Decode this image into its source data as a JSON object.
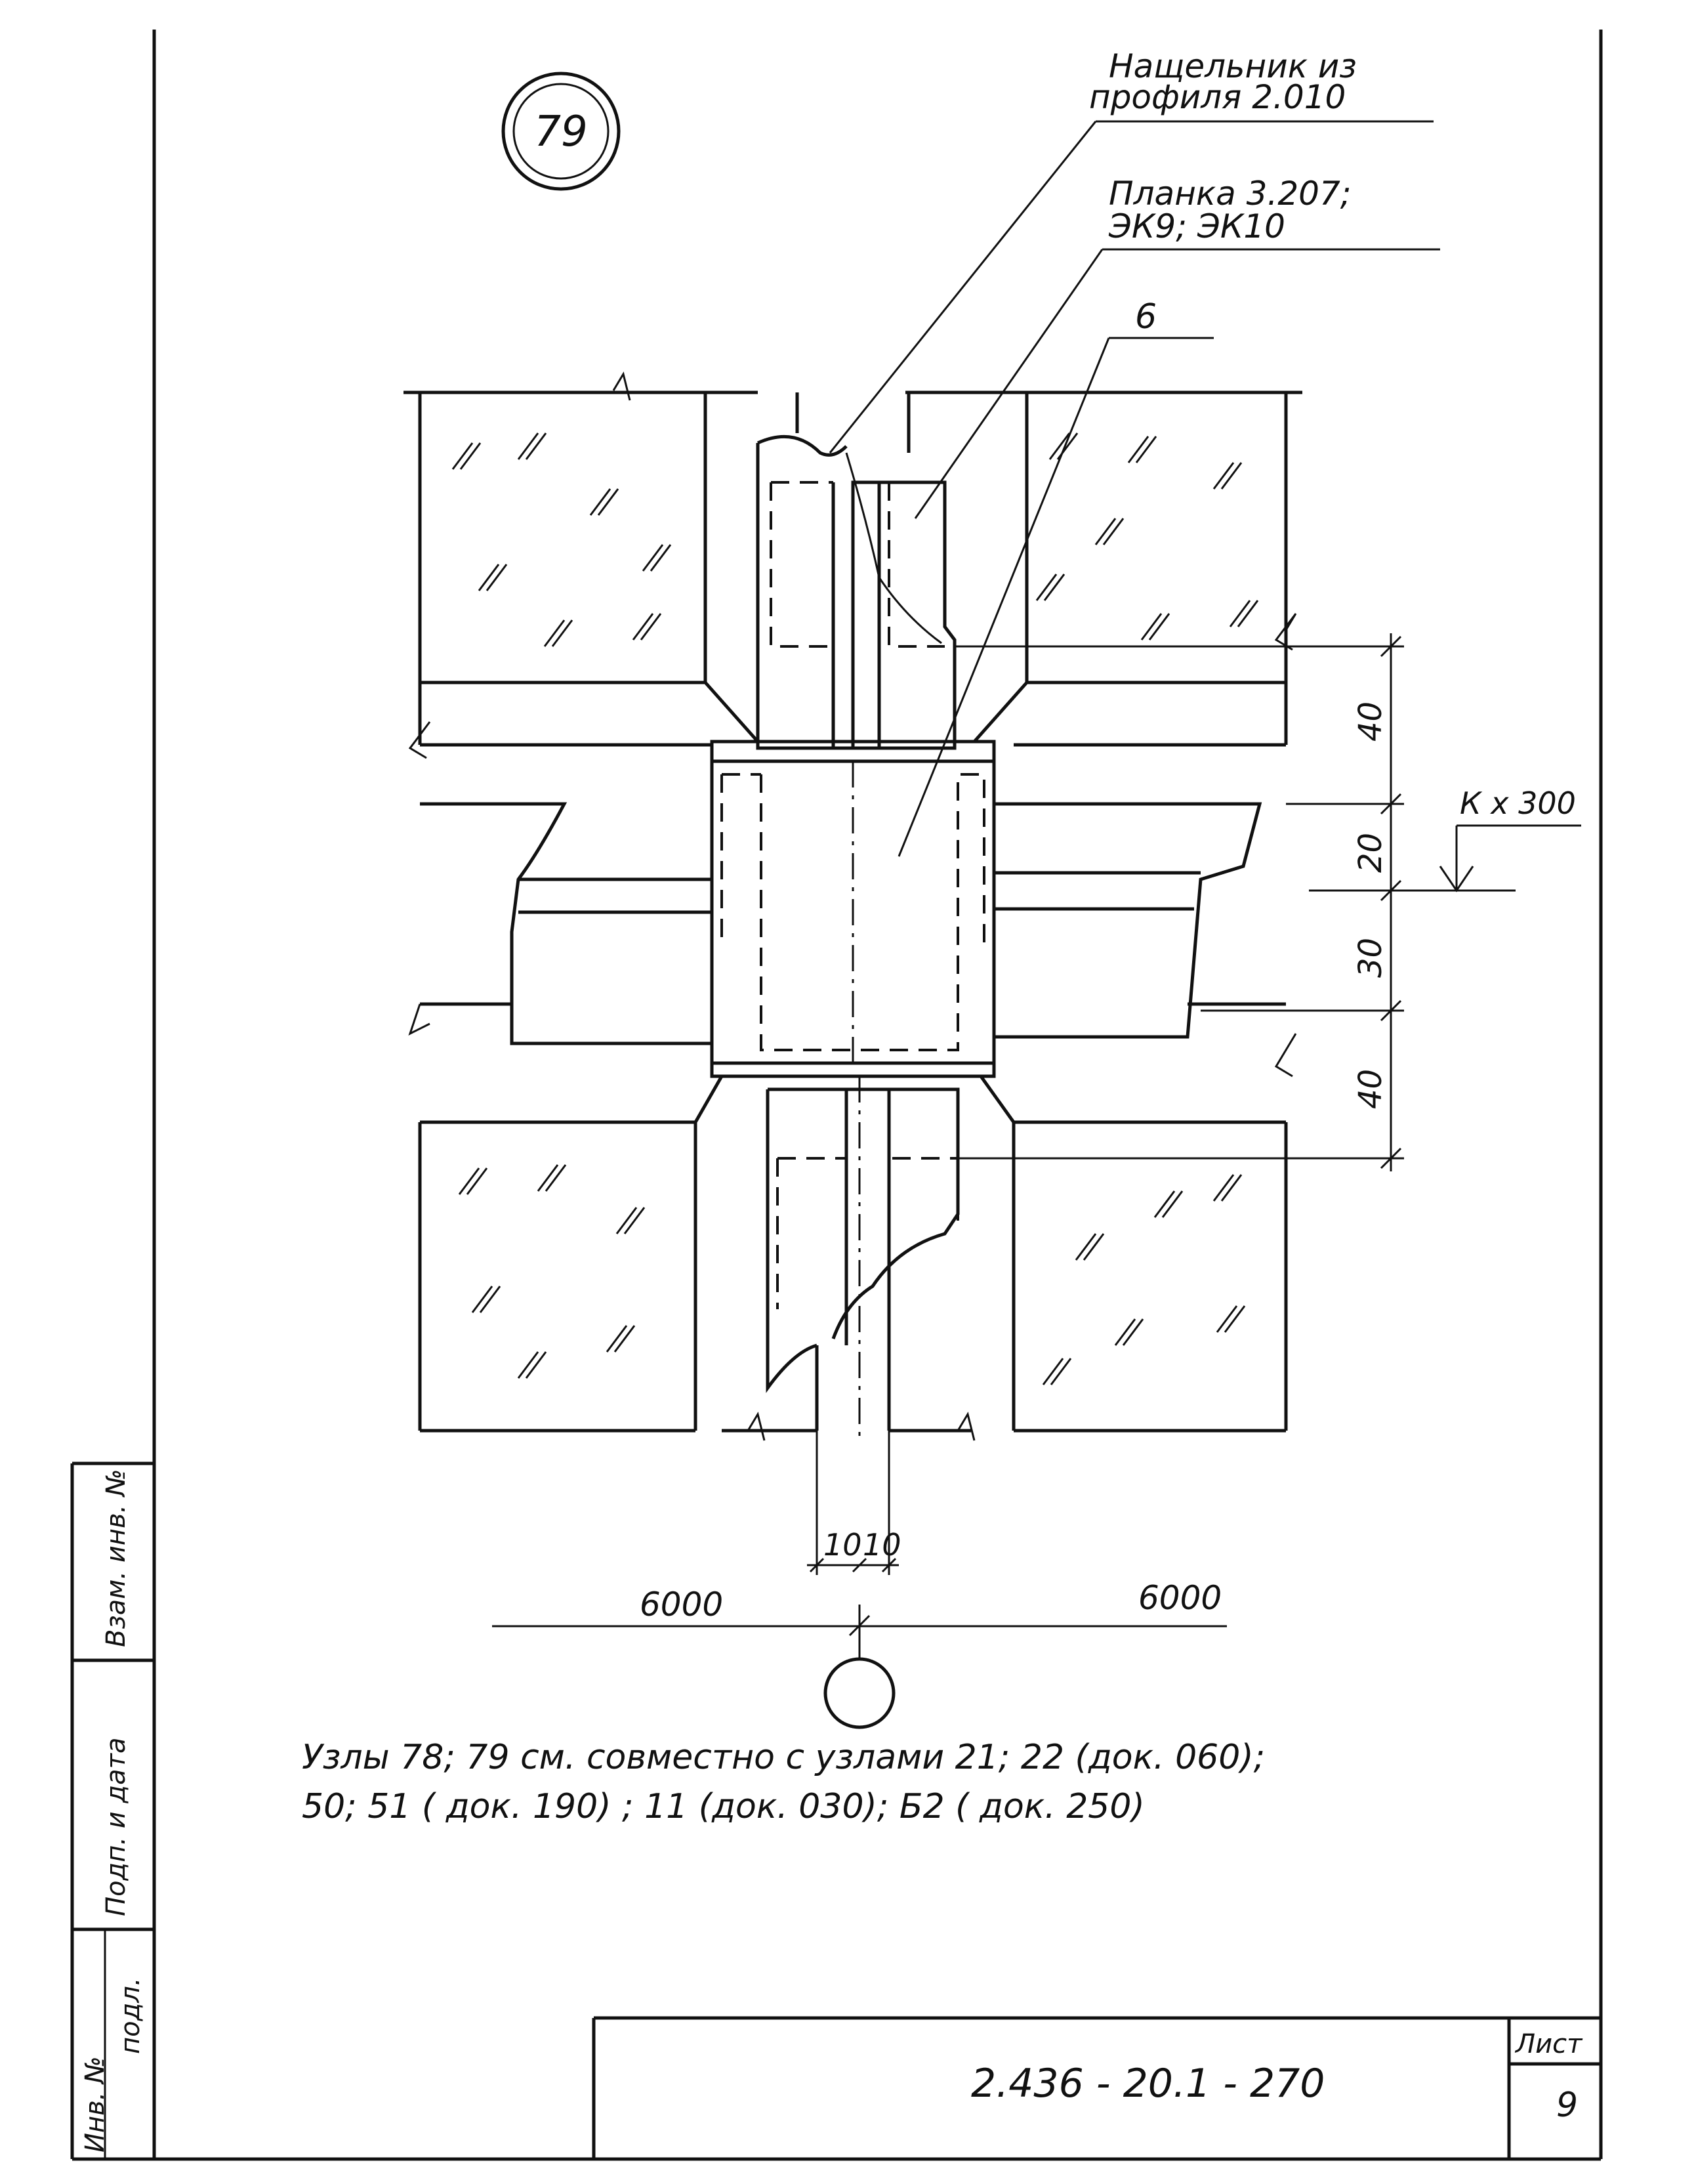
{
  "node": {
    "number": "79"
  },
  "callouts": {
    "casing_line1": "Нащельник из",
    "casing_line2": "профиля 2.010",
    "plank_line1": "Планка 3.207;",
    "plank_line2": "ЭК9; ЭК10",
    "item": "6"
  },
  "dimensions": {
    "vertical": [
      "40",
      "20",
      "30",
      "40"
    ],
    "anchor": "К х 300",
    "gap_left": "10",
    "gap_right": "10",
    "span_left": "6000",
    "span_right": "6000"
  },
  "note": {
    "line1": "Узлы 78; 79 см. совместно с узлами 21; 22 (док. 060);",
    "line2": "50; 51 ( док. 190) ; 11 (док. 030); Б2 ( док. 250)"
  },
  "stamp": {
    "code": "2.436 - 20.1 - 270",
    "sheet_label": "Лист",
    "sheet_number": "9"
  },
  "side_stamp": {
    "cell1": "Инв. №",
    "cell2": "подл.",
    "cell3": "Подп. и дата",
    "cell4": "Взам. инв. №"
  }
}
